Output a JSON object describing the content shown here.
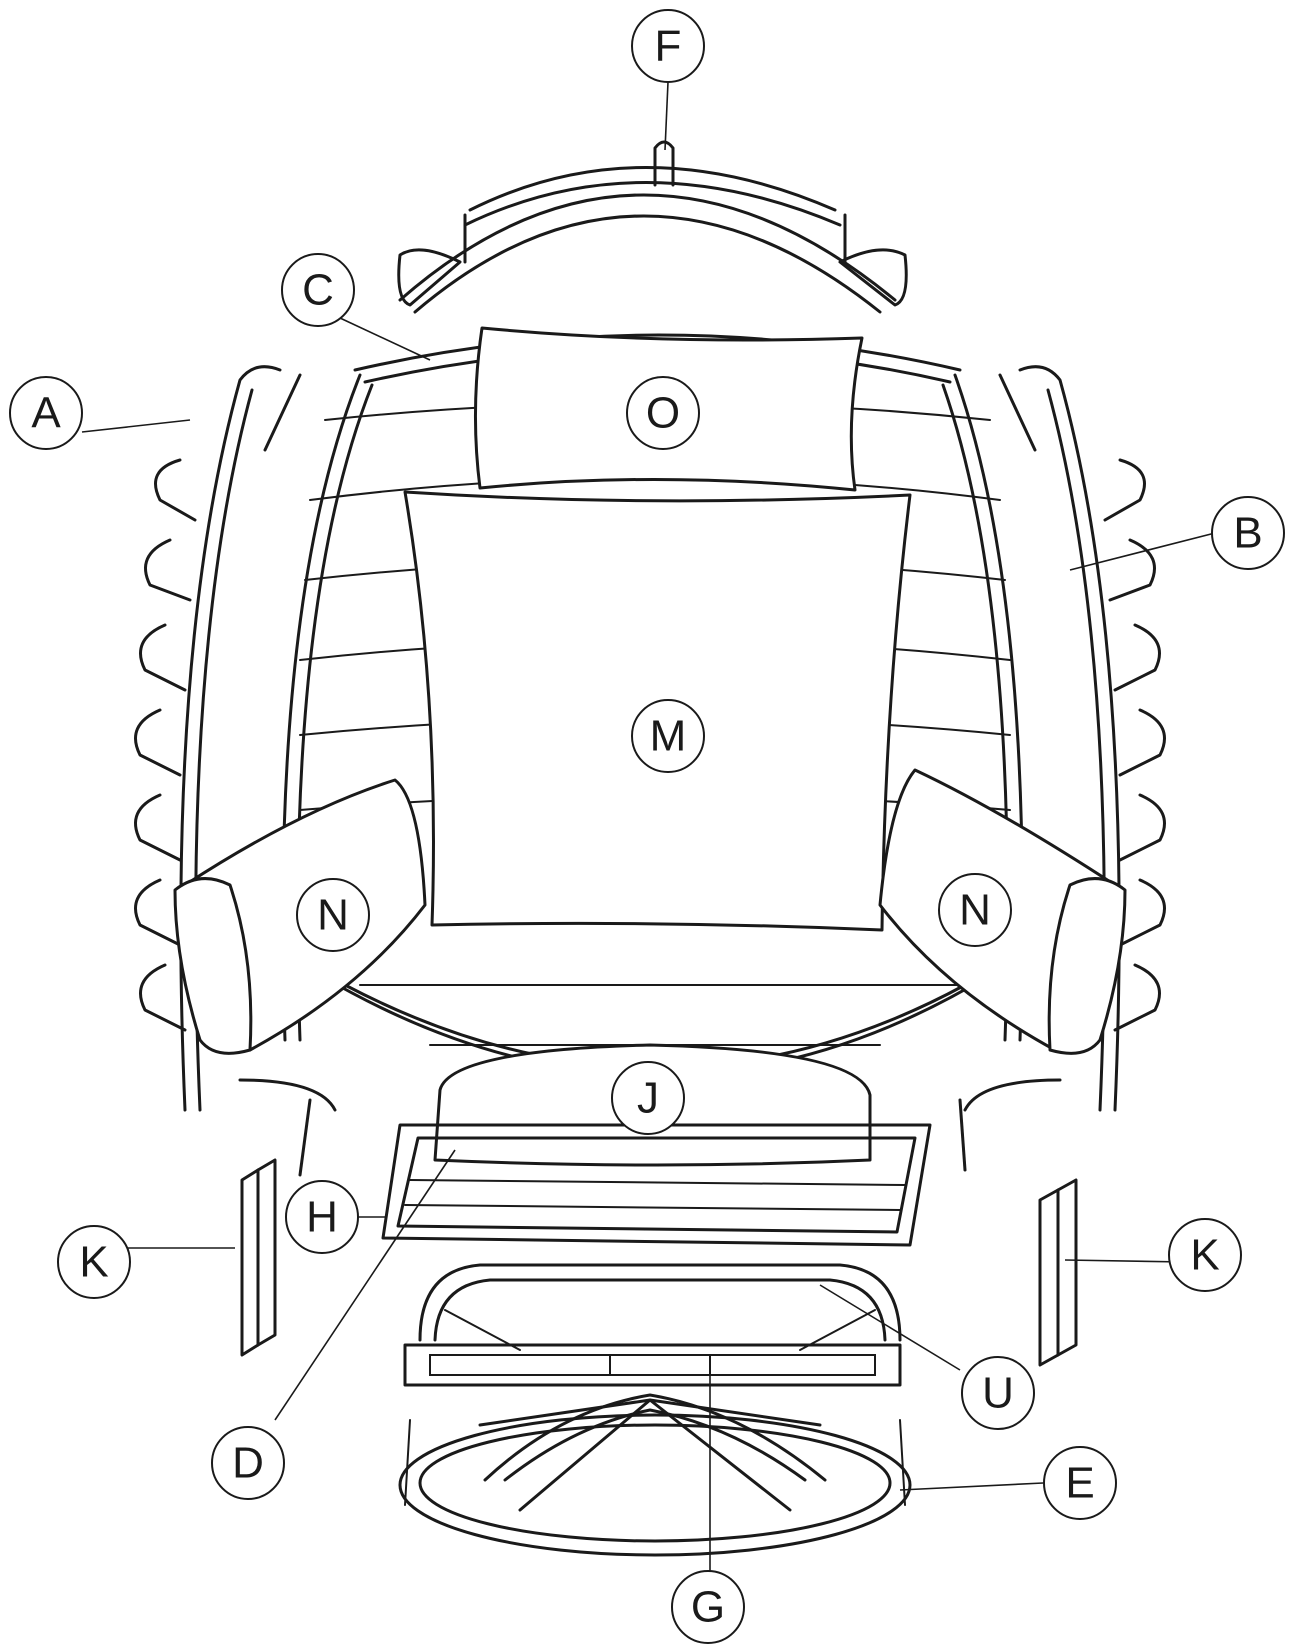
{
  "labels": {
    "F": "F",
    "C": "C",
    "A": "A",
    "O": "O",
    "B": "B",
    "M": "M",
    "N_left": "N",
    "N_right": "N",
    "J": "J",
    "H": "H",
    "K_left": "K",
    "K_right": "K",
    "U": "U",
    "D": "D",
    "E": "E",
    "G": "G"
  }
}
